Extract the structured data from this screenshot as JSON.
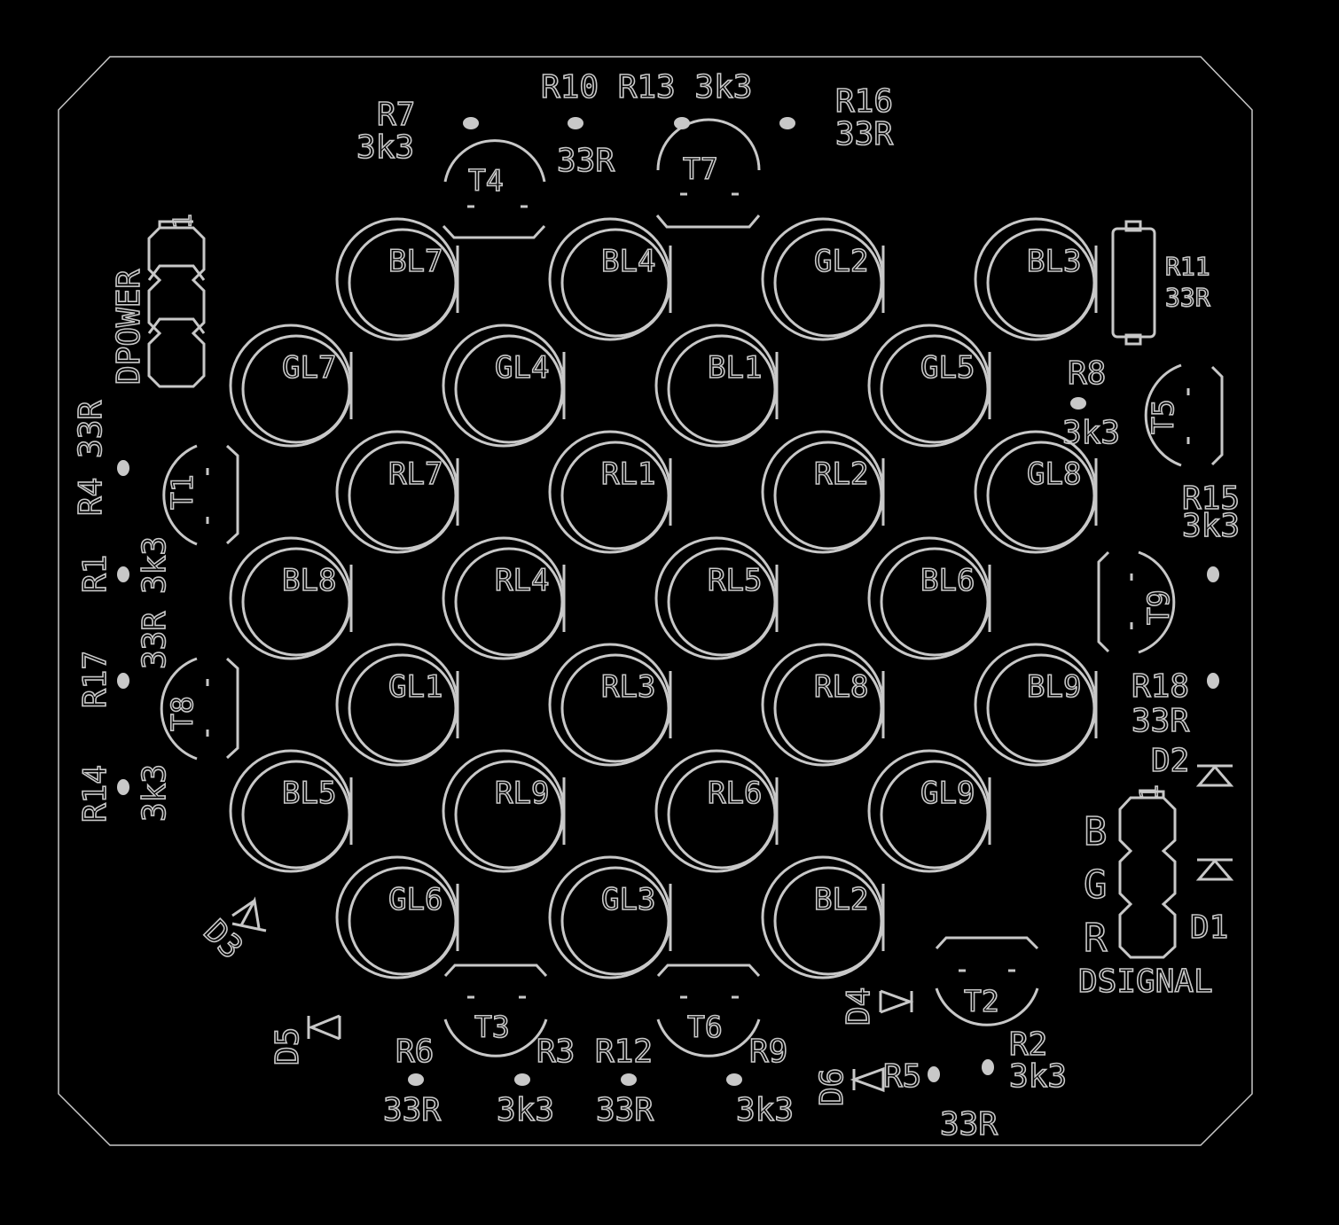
{
  "leds": [
    {
      "id": "BL7"
    },
    {
      "id": "BL4"
    },
    {
      "id": "GL2"
    },
    {
      "id": "BL3"
    },
    {
      "id": "GL7"
    },
    {
      "id": "GL4"
    },
    {
      "id": "BL1"
    },
    {
      "id": "GL5"
    },
    {
      "id": "RL7"
    },
    {
      "id": "RL1"
    },
    {
      "id": "RL2"
    },
    {
      "id": "GL8"
    },
    {
      "id": "BL8"
    },
    {
      "id": "RL4"
    },
    {
      "id": "RL5"
    },
    {
      "id": "BL6"
    },
    {
      "id": "GL1"
    },
    {
      "id": "RL3"
    },
    {
      "id": "RL8"
    },
    {
      "id": "BL9"
    },
    {
      "id": "BL5"
    },
    {
      "id": "RL9"
    },
    {
      "id": "RL6"
    },
    {
      "id": "GL9"
    },
    {
      "id": "GL6"
    },
    {
      "id": "GL3"
    },
    {
      "id": "BL2"
    }
  ],
  "transistors": [
    {
      "id": "T4"
    },
    {
      "id": "T7"
    },
    {
      "id": "T5"
    },
    {
      "id": "T1"
    },
    {
      "id": "T9"
    },
    {
      "id": "T8"
    },
    {
      "id": "T2"
    },
    {
      "id": "T3"
    },
    {
      "id": "T6"
    }
  ],
  "resistor_labels": [
    {
      "text": "R10 R13 3k3"
    },
    {
      "text": "R7"
    },
    {
      "text": "3k3"
    },
    {
      "text": "33R"
    },
    {
      "text": "R16"
    },
    {
      "text": "33R"
    },
    {
      "text": "R11"
    },
    {
      "text": "33R"
    },
    {
      "text": "R8"
    },
    {
      "text": "3k3"
    },
    {
      "text": "R15"
    },
    {
      "text": "3k3"
    },
    {
      "text": "R18"
    },
    {
      "text": "33R"
    },
    {
      "text": "R6"
    },
    {
      "text": "R3"
    },
    {
      "text": "R12"
    },
    {
      "text": "R9"
    },
    {
      "text": "33R"
    },
    {
      "text": "3k3"
    },
    {
      "text": "33R"
    },
    {
      "text": "3k3"
    },
    {
      "text": "R5"
    },
    {
      "text": "33R"
    },
    {
      "text": "R2"
    },
    {
      "text": "3k3"
    }
  ],
  "rotated_labels": [
    {
      "text": "DPOWER"
    },
    {
      "text": "R4 33R"
    },
    {
      "text": "R1"
    },
    {
      "text": "3k3"
    },
    {
      "text": "R17"
    },
    {
      "text": "33R"
    },
    {
      "text": "R14"
    },
    {
      "text": "3k3"
    },
    {
      "text": "D5"
    },
    {
      "text": "D4"
    },
    {
      "text": "D6"
    },
    {
      "text": "D3"
    }
  ],
  "connectors": {
    "power_pin": "1",
    "signal_pin": "1",
    "signal_name": "DSIGNAL",
    "signal_pins": [
      "B",
      "G",
      "R"
    ]
  },
  "diode_labels": [
    {
      "text": "D2"
    },
    {
      "text": "D1"
    }
  ],
  "colors": {
    "background": "#000000",
    "silkscreen": "#c8c8c8"
  }
}
